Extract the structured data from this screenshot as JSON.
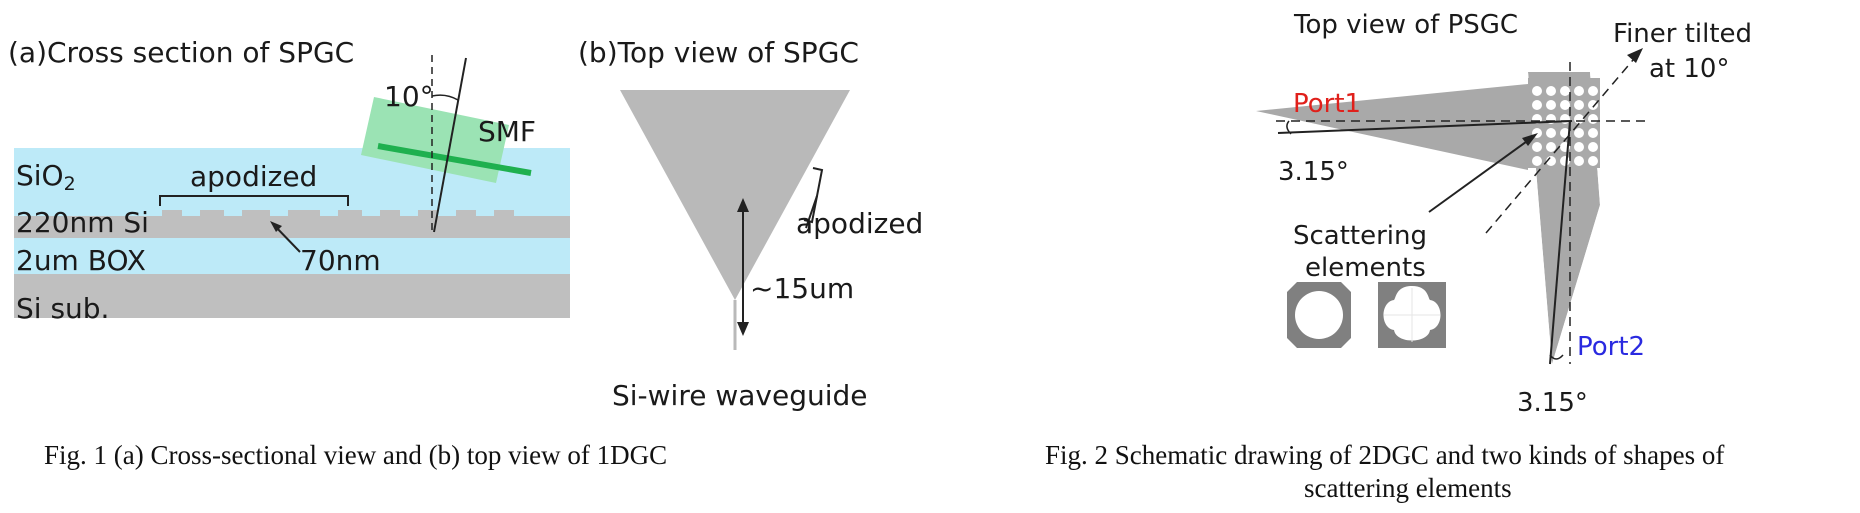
{
  "fig1": {
    "panel_a_title": "(a)Cross section of SPGC",
    "sio2_label": "SiO",
    "sio2_sub": "2",
    "si_layer_label": "220nm Si",
    "box_label": "2um BOX",
    "sub_label": "Si sub.",
    "apodized_label": "apodized",
    "etch_depth_label": "70nm",
    "fiber_label": "SMF",
    "fiber_angle_label": "10°",
    "panel_b_title": "(b)Top view of SPGC",
    "apodized_label_b": "apodized",
    "length_label": "~15um",
    "waveguide_label": "Si-wire waveguide",
    "caption": "Fig. 1 (a) Cross-sectional view and (b) top view of 1DGC"
  },
  "fig2": {
    "title": "Top view of PSGC",
    "fiber_label_line1": "Finer tilted",
    "fiber_label_line2": "at 10°",
    "port1_label": "Port1",
    "port2_label": "Port2",
    "angle1_label": "3.15°",
    "angle2_label": "3.15°",
    "scatter_label_line1": "Scattering",
    "scatter_label_line2": "elements",
    "caption_line1": "Fig. 2 Schematic drawing of 2DGC and two kinds of shapes of",
    "caption_line2": "scattering elements"
  },
  "colors": {
    "cladding": "#bdeaf8",
    "silicon": "#bfbfbf",
    "fiber_fill": "#9be3b4",
    "fiber_edge": "#1fb04f",
    "device_gray": "#a9a9a9",
    "port1": "#e0201b",
    "port2": "#2a2ae0"
  }
}
